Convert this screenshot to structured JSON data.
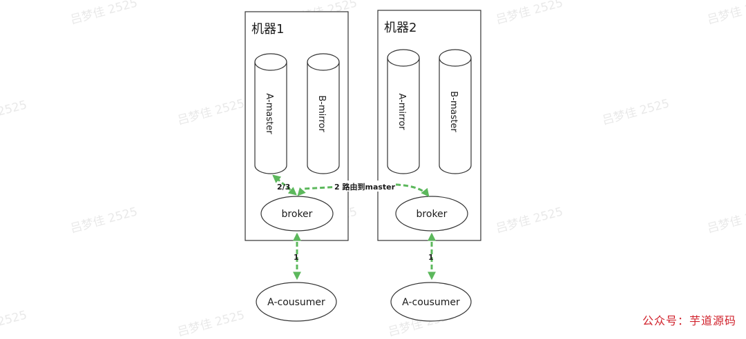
{
  "machines": [
    {
      "title": "机器1",
      "queues": [
        {
          "label": "A-master"
        },
        {
          "label": "B-mirror"
        }
      ],
      "broker": "broker",
      "consumer": "A-cousumer",
      "consumer_link_label": "1",
      "queue_link_label": "2/3"
    },
    {
      "title": "机器2",
      "queues": [
        {
          "label": "A-mirror"
        },
        {
          "label": "B-master"
        }
      ],
      "broker": "broker",
      "consumer": "A-cousumer",
      "consumer_link_label": "1"
    }
  ],
  "route_label": "2 路由到master",
  "colors": {
    "arrow": "#5cb85c",
    "stroke": "#333333",
    "text": "#1a1a1a",
    "watermark": "#e6e6e6",
    "footer": "#d0212b"
  },
  "watermark_text": "吕梦佳 2525",
  "footer_label": "公众号：芋道源码"
}
